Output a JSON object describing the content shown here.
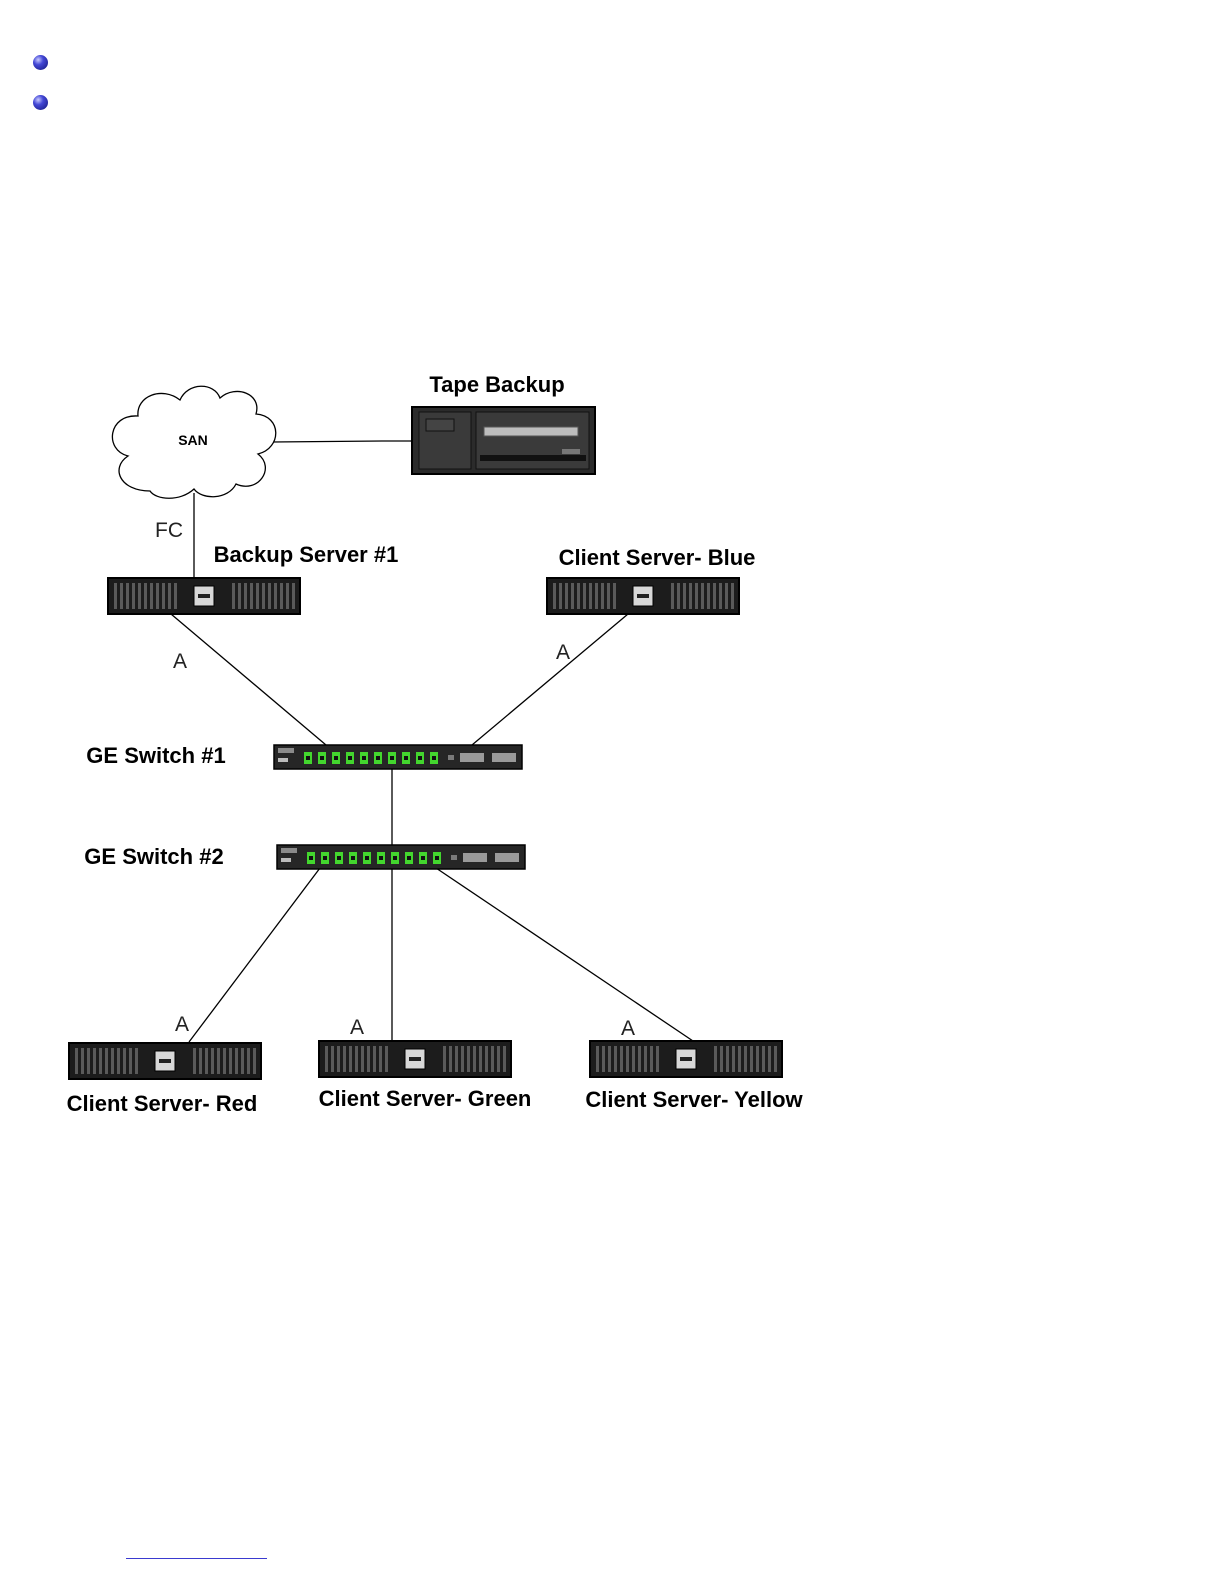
{
  "diagram": {
    "nodes": {
      "san": "SAN",
      "tape": "Tape Backup",
      "backup_server": "Backup Server #1",
      "client_blue": "Client Server- Blue",
      "switch1": "GE Switch #1",
      "switch2": "GE Switch #2",
      "client_red": "Client Server- Red",
      "client_green": "Client Server- Green",
      "client_yellow": "Client Server- Yellow"
    },
    "links": {
      "fc": "FC",
      "a": "A"
    }
  }
}
